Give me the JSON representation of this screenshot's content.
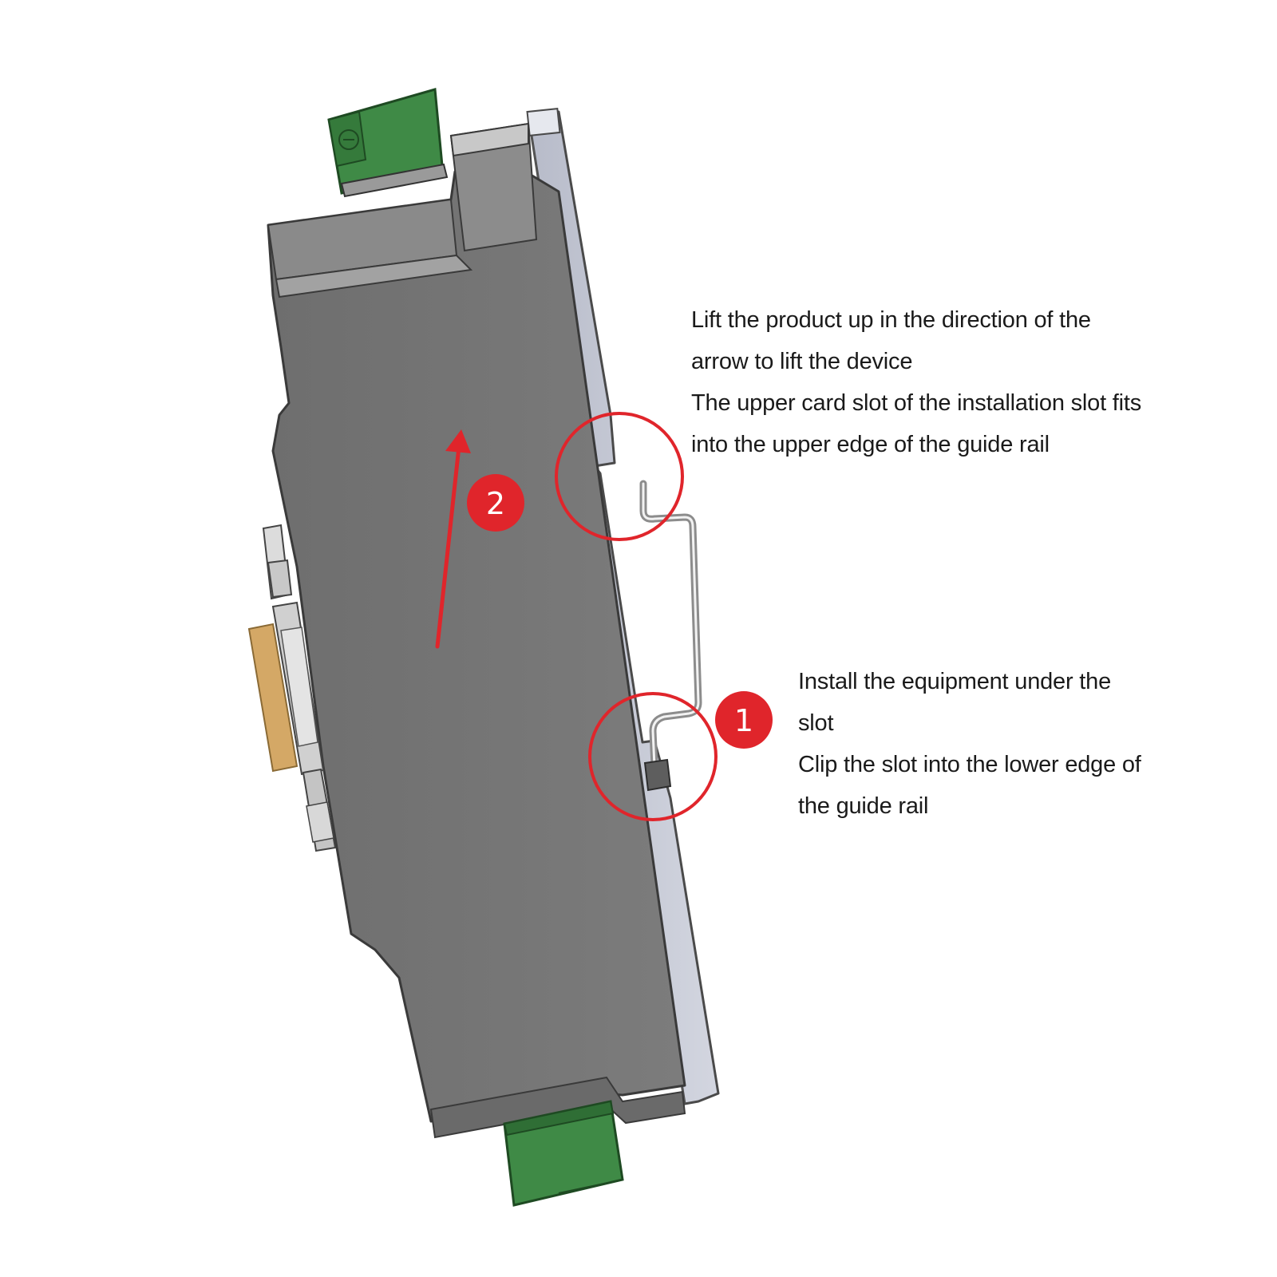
{
  "annotations": {
    "step_top": {
      "number": "2",
      "lines": [
        "Lift the product up in the direction of the",
        "arrow to lift the device",
        "The upper card slot of the installation slot fits",
        "into the upper edge of the guide rail"
      ]
    },
    "step_bottom": {
      "number": "1",
      "lines": [
        "Install the equipment under the",
        "slot",
        "Clip the slot into the lower edge of",
        "the guide rail"
      ]
    }
  },
  "colors": {
    "device_body": "#777777",
    "device_face": "#8f8f8f",
    "back_plate": "#c3c6d2",
    "connector_green": "#3f8a46",
    "db_connector_orange": "#d4a866",
    "callout_red": "#e0252b",
    "rail_stroke": "#8c8c8c"
  },
  "icons": [
    "up-arrow-icon",
    "callout-circle-icon",
    "step-badge-icon",
    "terminal-block-icon",
    "db-connector-icon"
  ]
}
